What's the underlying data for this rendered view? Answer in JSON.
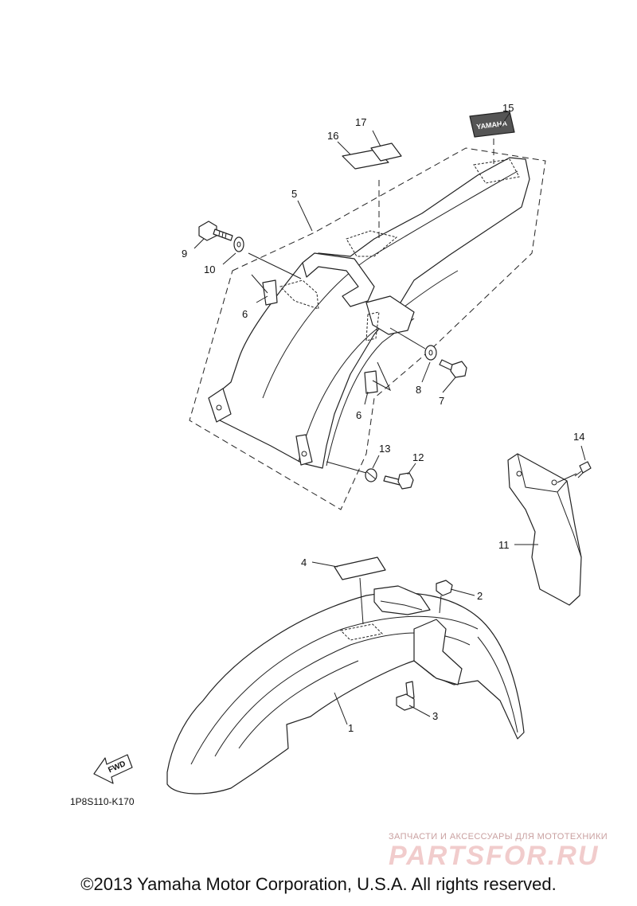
{
  "callouts": {
    "c1": "1",
    "c2": "2",
    "c3": "3",
    "c4": "4",
    "c5": "5",
    "c6a": "6",
    "c6b": "6",
    "c7": "7",
    "c8": "8",
    "c9": "9",
    "c10": "10",
    "c11": "11",
    "c12": "12",
    "c13": "13",
    "c14": "14",
    "c15": "15",
    "c16": "16",
    "c17": "17"
  },
  "direction_label": "FWD",
  "diagram_code": "1P8S110-K170",
  "decal_text": "YAMAHA",
  "copyright": "©2013 Yamaha Motor Corporation, U.S.A. All rights reserved.",
  "watermark": {
    "tagline": "ЗАПЧАСТИ И АКСЕССУАРЫ ДЛЯ МОТОТЕХНИКИ",
    "brand": "PARTSFOR.RU"
  }
}
